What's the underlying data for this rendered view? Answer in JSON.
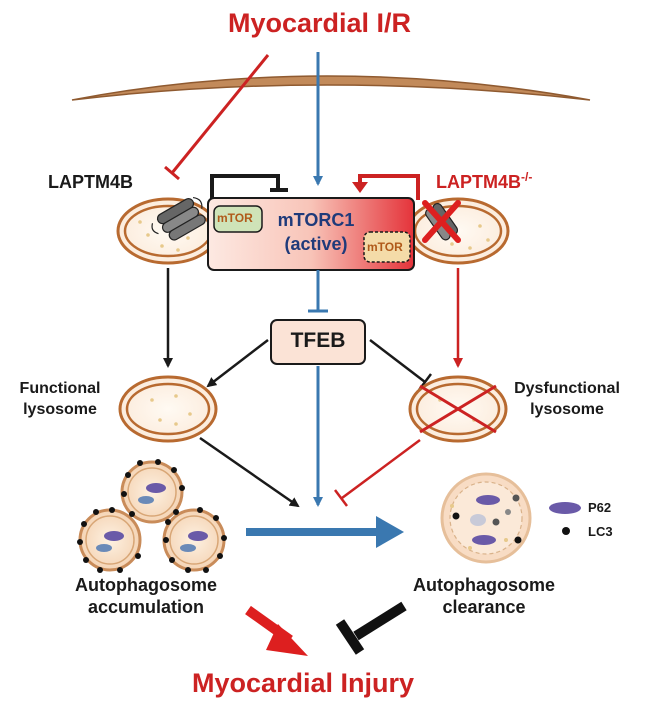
{
  "title_top": "Myocardial I/R",
  "title_bottom": "Myocardial Injury",
  "laptm4b": "LAPTM4B",
  "laptm4b_ko": "LAPTM4B",
  "laptm4b_ko_sup": "-/-",
  "mtorc1_line1": "mTORC1",
  "mtorc1_line2": "(active)",
  "mtor_a": "mTOR",
  "mtor_b": "mTOR",
  "tfeb": "TFEB",
  "functional_lysosome_1": "Functional",
  "functional_lysosome_2": "lysosome",
  "dysfunctional_lysosome_1": "Dysfunctional",
  "dysfunctional_lysosome_2": "lysosome",
  "autophagosome_acc_1": "Autophagosome",
  "autophagosome_acc_2": "accumulation",
  "autophagosome_clr_1": "Autophagosome",
  "autophagosome_clr_2": "clearance",
  "legend_p62": "P62",
  "legend_lc3": "LC3",
  "colors": {
    "red": "#cc2222",
    "blue": "#3a78b0",
    "lysosome": "#b86a30",
    "tfeb_fill": "#fbe3d6",
    "p62": "#6a5aa8"
  }
}
